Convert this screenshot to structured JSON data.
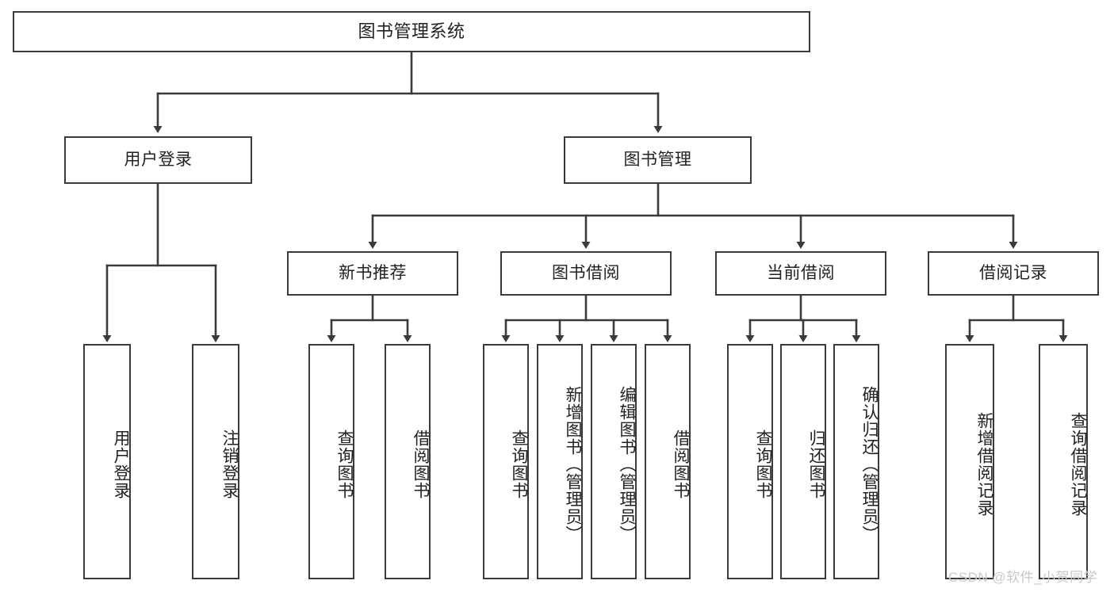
{
  "diagram": {
    "title": "图书管理系统",
    "type": "hierarchy-tree",
    "root": {
      "label": "图书管理系统"
    },
    "level2": [
      {
        "label": "用户登录"
      },
      {
        "label": "图书管理"
      }
    ],
    "level3": [
      {
        "label": "新书推荐"
      },
      {
        "label": "图书借阅"
      },
      {
        "label": "当前借阅"
      },
      {
        "label": "借阅记录"
      }
    ],
    "leaves": {
      "user_login": [
        {
          "label": "用户登录"
        },
        {
          "label": "注销登录"
        }
      ],
      "new_book_recommend": [
        {
          "label": "查询图书"
        },
        {
          "label": "借阅图书"
        }
      ],
      "book_borrow": [
        {
          "label": "查询图书"
        },
        {
          "label": "新增图书（管理员）"
        },
        {
          "label": "编辑图书（管理员）"
        },
        {
          "label": "借阅图书"
        }
      ],
      "current_borrow": [
        {
          "label": "查询图书"
        },
        {
          "label": "归还图书"
        },
        {
          "label": "确认归还（管理员）"
        }
      ],
      "borrow_record": [
        {
          "label": "新增借阅记录"
        },
        {
          "label": "查询借阅记录"
        }
      ]
    }
  },
  "watermark": {
    "text": "CSDN @软件_小贺同学"
  },
  "colors": {
    "box_border": "#3a3a3a",
    "box_fill": "#ffffff",
    "text": "#222222",
    "wire": "#3a3a3a",
    "watermark": "#c9c9c9"
  }
}
